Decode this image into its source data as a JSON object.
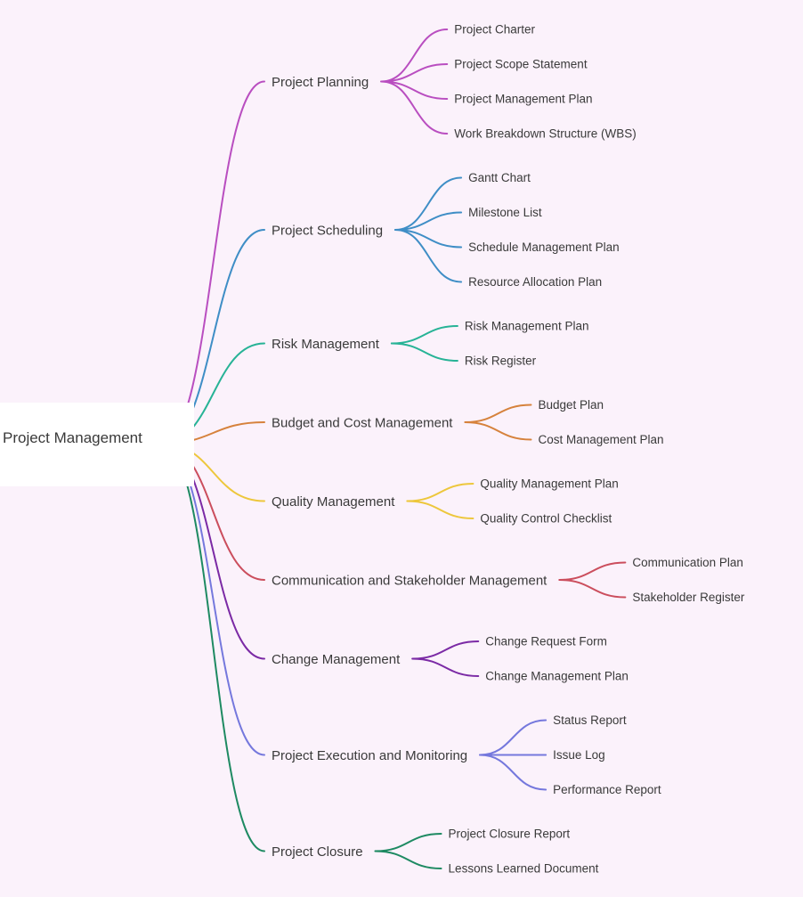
{
  "diagram_type": "mindmap",
  "background": "#fbf2fb",
  "text_color": "#3a3a3a",
  "root": {
    "label": "Project Management",
    "box_color": "#ffffff"
  },
  "branches": [
    {
      "label": "Project Planning",
      "color": "#b94ec0",
      "children": [
        "Project Charter",
        "Project Scope Statement",
        "Project Management Plan",
        "Work Breakdown Structure (WBS)"
      ]
    },
    {
      "label": "Project Scheduling",
      "color": "#3f8ec6",
      "children": [
        "Gantt Chart",
        "Milestone List",
        "Schedule Management Plan",
        "Resource Allocation Plan"
      ]
    },
    {
      "label": "Risk Management",
      "color": "#27b396",
      "children": [
        "Risk Management Plan",
        "Risk Register"
      ]
    },
    {
      "label": "Budget and Cost Management",
      "color": "#d6823c",
      "children": [
        "Budget Plan",
        "Cost Management Plan"
      ]
    },
    {
      "label": "Quality Management",
      "color": "#edc73c",
      "children": [
        "Quality Management Plan",
        "Quality Control Checklist"
      ]
    },
    {
      "label": "Communication and Stakeholder Management",
      "color": "#cb4e5d",
      "children": [
        "Communication Plan",
        "Stakeholder Register"
      ]
    },
    {
      "label": "Change Management",
      "color": "#7b2aa5",
      "children": [
        "Change Request Form",
        "Change Management Plan"
      ]
    },
    {
      "label": "Project Execution and Monitoring",
      "color": "#7578dd",
      "children": [
        "Status Report",
        "Issue Log",
        "Performance Report"
      ]
    },
    {
      "label": "Project Closure",
      "color": "#1e8a62",
      "children": [
        "Project Closure Report",
        "Lessons Learned Document"
      ]
    }
  ]
}
